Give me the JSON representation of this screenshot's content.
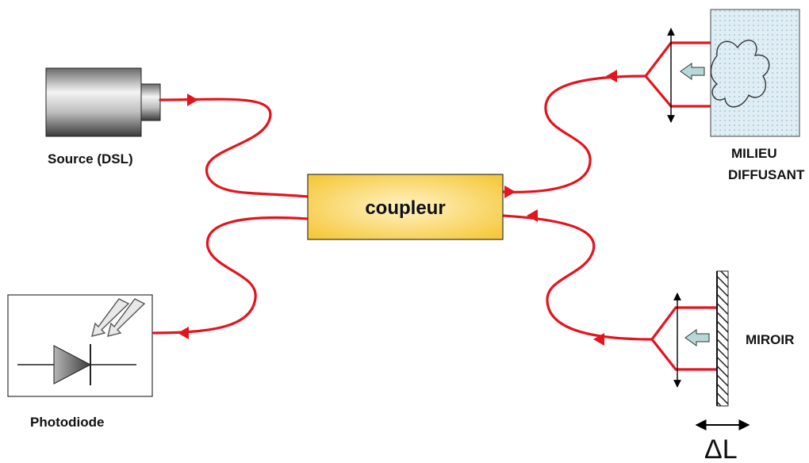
{
  "labels": {
    "source": "Source (DSL)",
    "photodiode": "Photodiode",
    "coupler": "coupleur",
    "medium_line1": "MILIEU",
    "medium_line2": "DIFFUSANT",
    "mirror": "MIROIR",
    "delta": "ΔL"
  },
  "colors": {
    "fiber": "#e4141e",
    "coupler_fill": "#f6c83c",
    "coupler_glow": "#fff3c6",
    "arrow_fill": "#b8d8d8"
  },
  "icons": {
    "source": "laser-source-icon",
    "photodiode": "photodiode-icon",
    "medium": "scattering-medium-icon",
    "mirror": "mirror-icon"
  }
}
